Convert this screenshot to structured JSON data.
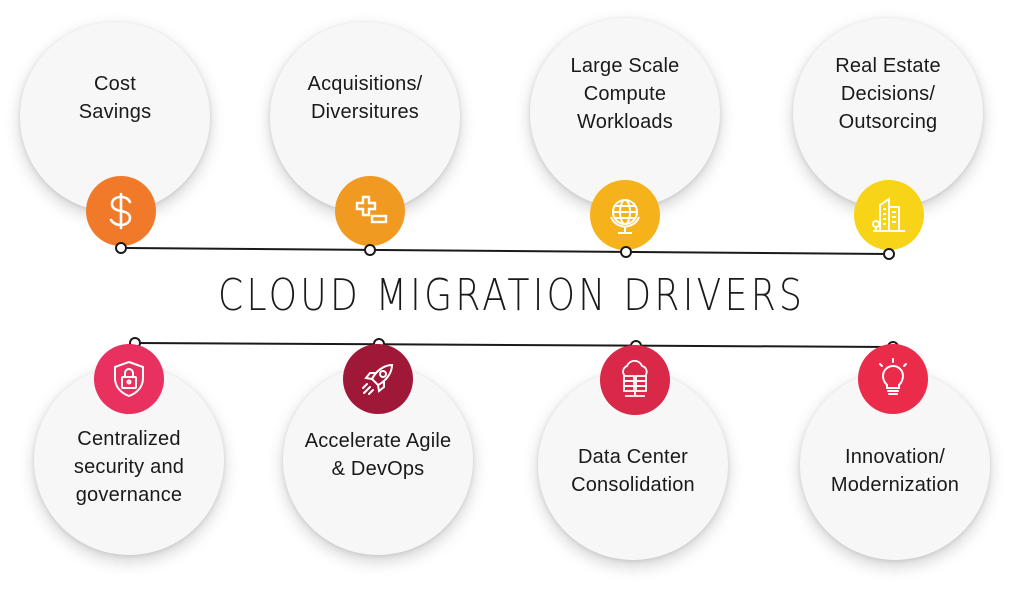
{
  "title": "CLOUD MIGRATION DRIVERS",
  "colors": {
    "orange": "#f07a2a",
    "orange_mid": "#f09a22",
    "yellow_orange": "#f5b21a",
    "yellow": "#f7d417",
    "crimson": "#e8315e",
    "maroon": "#a01838",
    "rose": "#d92848",
    "red_pink": "#ea2c4a"
  },
  "top_drivers": [
    {
      "label": "Cost\nSavings",
      "icon": "dollar-sign-icon"
    },
    {
      "label": "Acquisitions/\nDiversitures",
      "icon": "plus-minus-icon"
    },
    {
      "label": "Large Scale\nCompute\nWorkloads",
      "icon": "globe-icon"
    },
    {
      "label": "Real Estate\nDecisions/\nOutsorcing",
      "icon": "buildings-icon"
    }
  ],
  "bottom_drivers": [
    {
      "label": "Centralized\nsecurity and\ngovernance",
      "icon": "shield-lock-icon"
    },
    {
      "label": "Accelerate Agile\n& DevOps",
      "icon": "rocket-icon"
    },
    {
      "label": "Data Center\nConsolidation",
      "icon": "cloud-server-icon"
    },
    {
      "label": "Innovation/\nModernization",
      "icon": "lightbulb-icon"
    }
  ]
}
